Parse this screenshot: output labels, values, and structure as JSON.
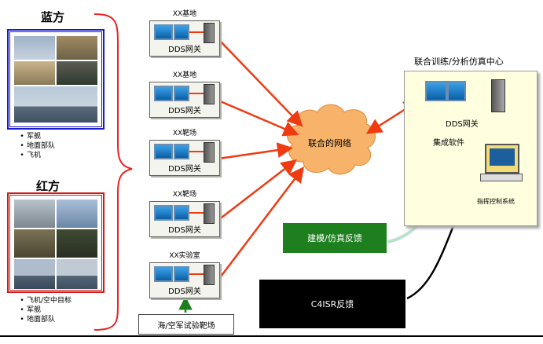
{
  "blue": {
    "title": "蓝方",
    "items": [
      "军舰",
      "地面部队",
      "飞机"
    ]
  },
  "red": {
    "title": "红方",
    "items": [
      "飞机/空中目标",
      "军舰",
      "地面部队"
    ]
  },
  "sites": [
    {
      "label": "XX基地",
      "dds": "DDS网关"
    },
    {
      "label": "XX基地",
      "dds": "DDS网关"
    },
    {
      "label": "XX靶场",
      "dds": "DDS网关"
    },
    {
      "label": "XX靶场",
      "dds": "DDS网关"
    },
    {
      "label": "XX实验室",
      "dds": "DDS网关"
    }
  ],
  "network_label": "联合的网络",
  "center": {
    "title": "联合训练/分析仿真中心",
    "dds": "DDS网关",
    "software": "集成软件",
    "control": "指挥控制系统"
  },
  "modeling_feedback": "建模/仿真反馈",
  "c4isr_feedback": "C4ISR反馈",
  "range_label": "海/空军试验靶场",
  "colors": {
    "arrow_red": "#ee3b12",
    "blue_frame": "#1a1ad0",
    "red_frame": "#d01a1a",
    "green_box": "#1e7f1e",
    "cloud": "#f7b36a",
    "center_bg": "#ffffe0"
  }
}
